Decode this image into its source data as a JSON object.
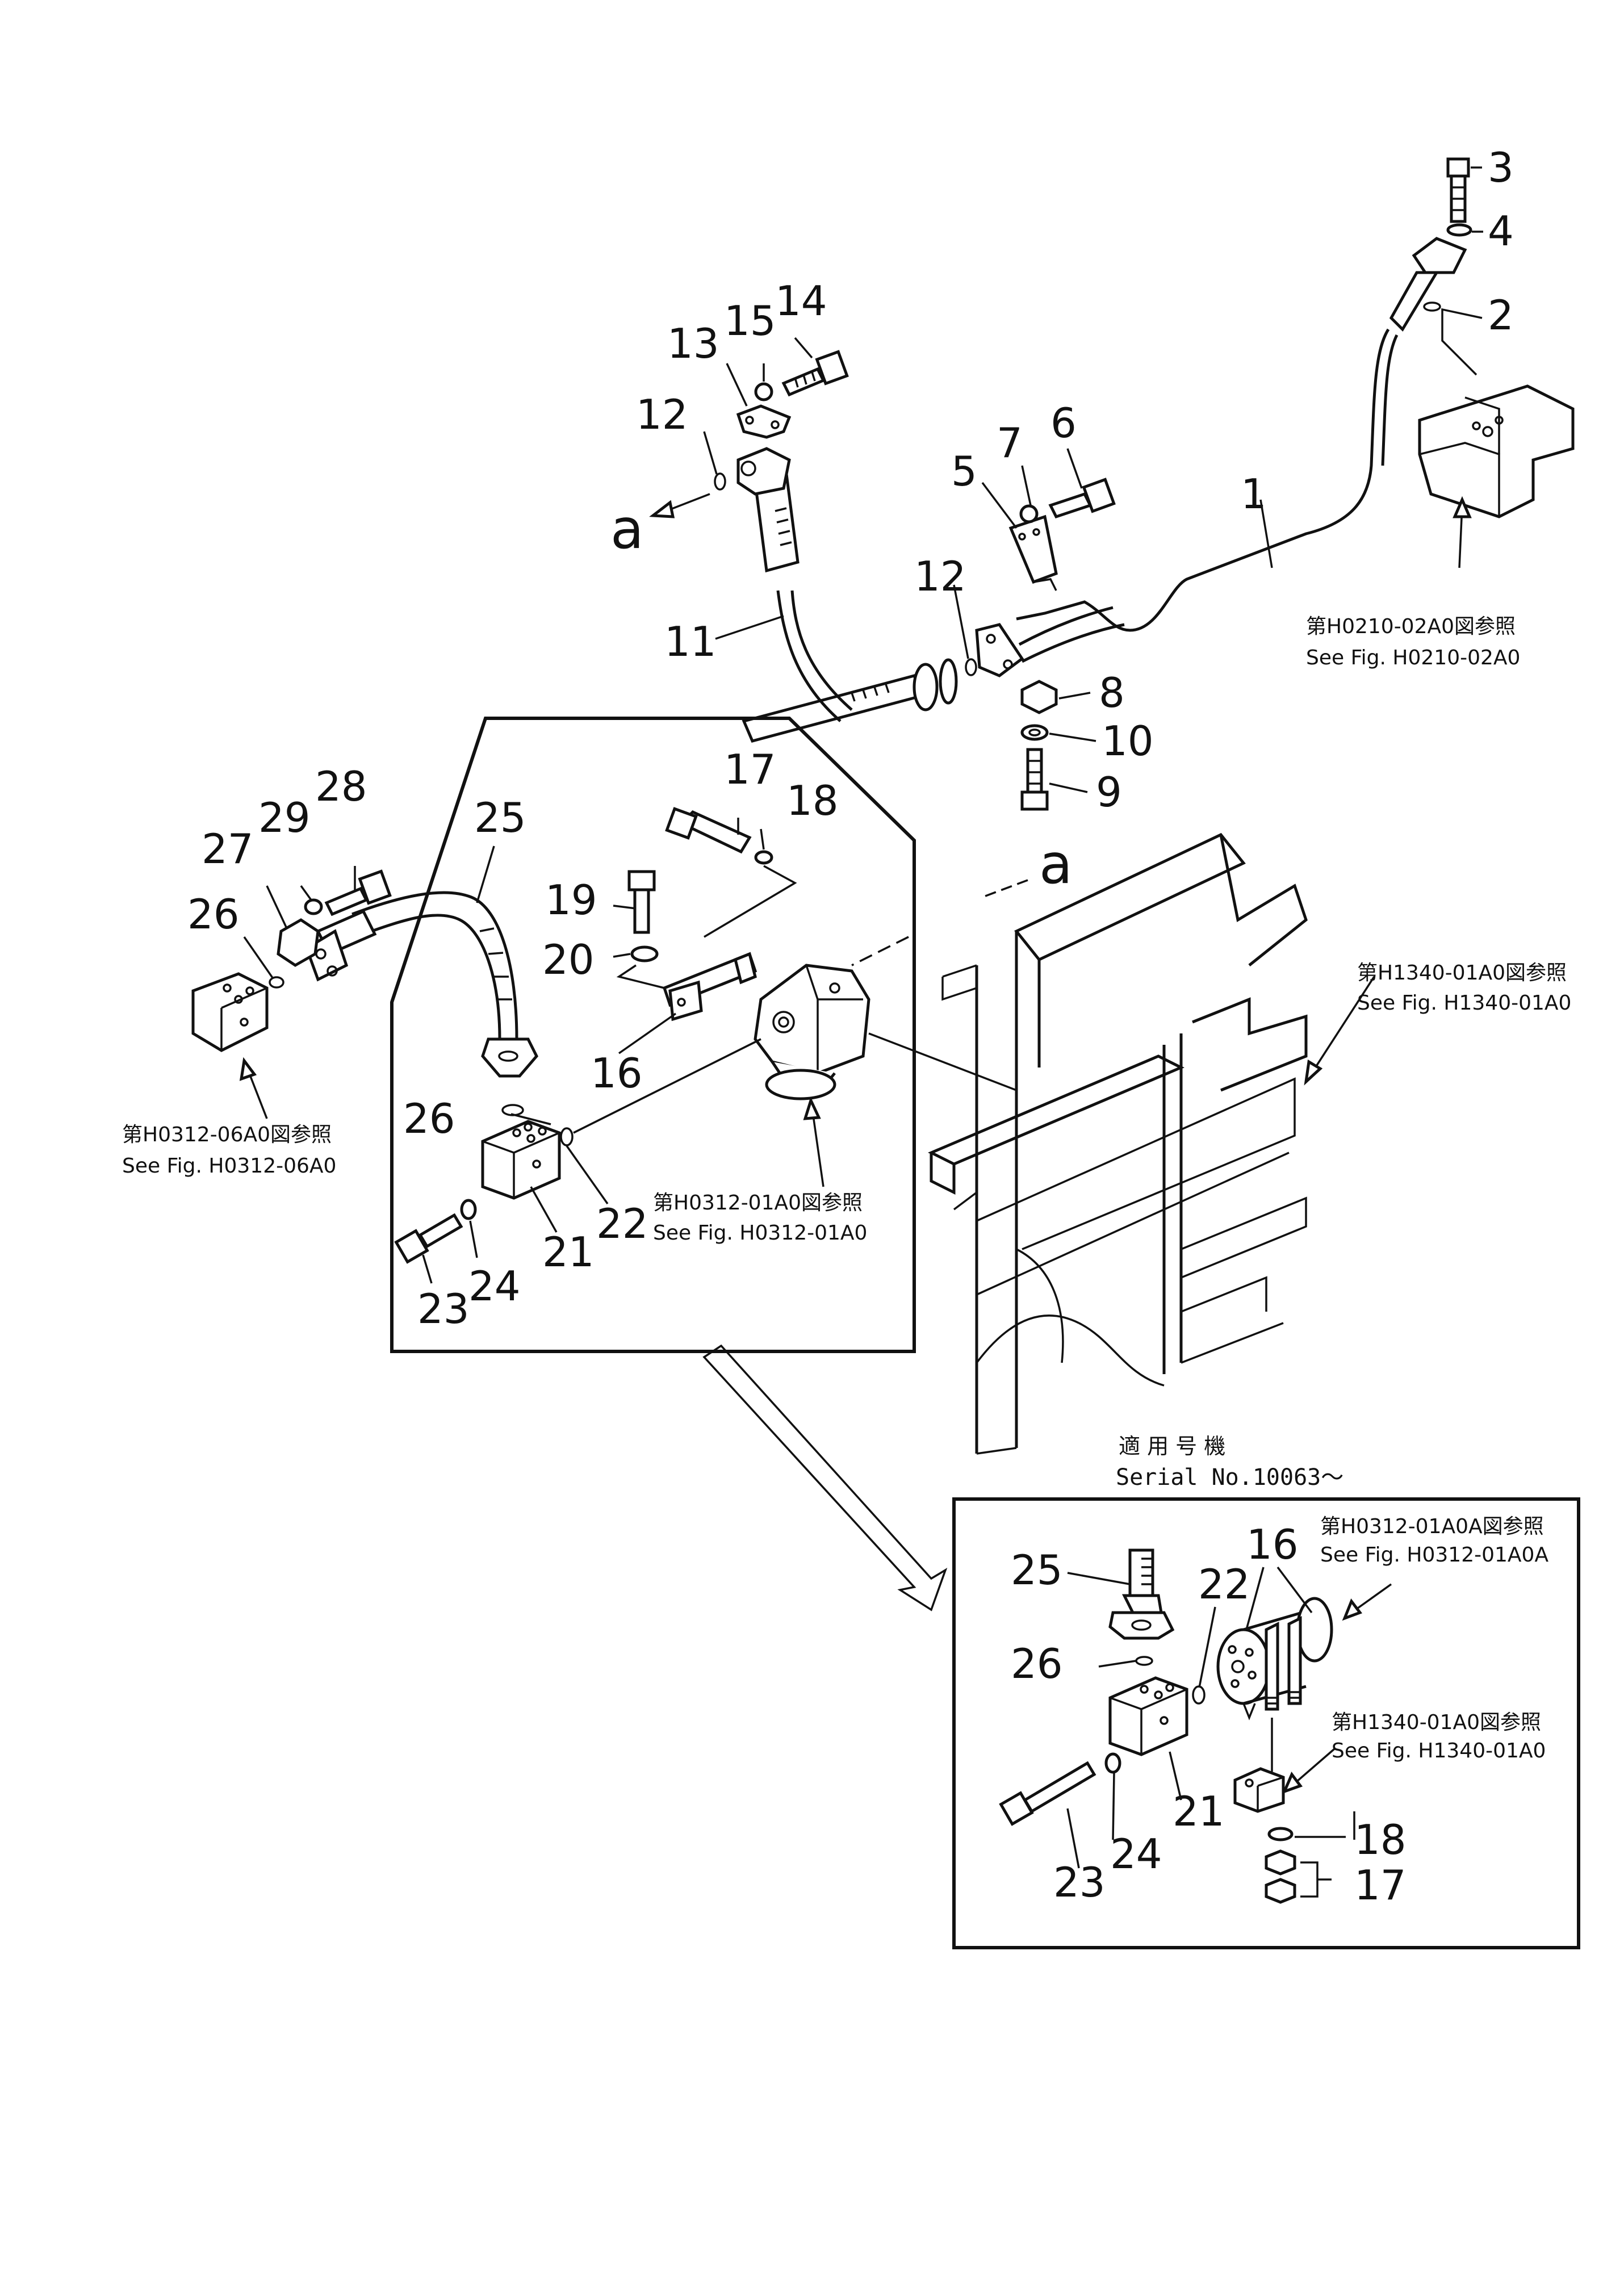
{
  "labels": {
    "main": {
      "p1": "1",
      "p2": "2",
      "p3": "3",
      "p4": "4",
      "p5": "5",
      "p6": "6",
      "p7": "7",
      "p8": "8",
      "p9": "9",
      "p10": "10",
      "p11": "11",
      "p12a": "12",
      "p12b": "12",
      "p13": "13",
      "p14": "14",
      "p15": "15",
      "p16": "16",
      "p17": "17",
      "p18": "18",
      "p19": "19",
      "p20": "20",
      "p21": "21",
      "p22": "22",
      "p23": "23",
      "p24": "24",
      "p25": "25",
      "p26": "26",
      "p27": "27",
      "p28": "28",
      "p29": "29",
      "mark_a_left": "a",
      "mark_a_right": "a"
    },
    "inset": {
      "p16": "16",
      "p17": "17",
      "p18": "18",
      "p21": "21",
      "p22": "22",
      "p23": "23",
      "p24": "24",
      "p25": "25",
      "p26": "26"
    }
  },
  "references": {
    "h0210_jp": "第H0210-02A0図参照",
    "h0210_en": "See  Fig. H0210-02A0",
    "h1340_jp": "第H1340-01A0図参照",
    "h1340_en": "See  Fig. H1340-01A0",
    "h0312_06_jp": "第H0312-06A0図参照",
    "h0312_06_en": "See  Fig. H0312-06A0",
    "h0312_01_jp": "第H0312-01A0図参照",
    "h0312_01_en": "See  Fig. H0312-01A0",
    "h0312_01A_jp": "第H0312-01A0A図参照",
    "h0312_01A_en": "See  Fig. H0312-01A0A",
    "h1340_inset_jp": "第H1340-01A0図参照",
    "h1340_inset_en": "See  Fig. H1340-01A0"
  },
  "serial": {
    "jp": "適 用 号 機",
    "en": "Serial No.10063～"
  }
}
